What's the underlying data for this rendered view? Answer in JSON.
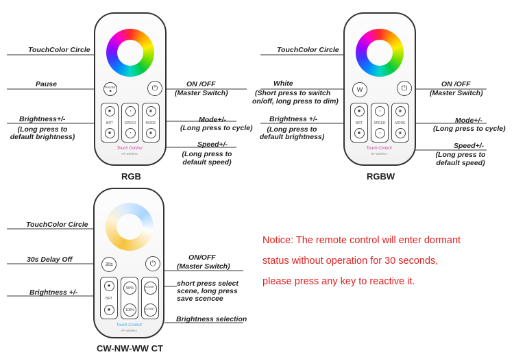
{
  "rgb": {
    "caption": "RGB",
    "labels": {
      "touch_color_circle": "TouchColor Circle",
      "pause": "Pause",
      "on_off": "ON /OFF",
      "master_switch": "(Master Switch)",
      "brightness": "Brightness+/-",
      "brightness_note_1": "(Long press to",
      "brightness_note_2": "default brightness)",
      "mode": "Mode+/-",
      "mode_note": "(Long press to cycle)",
      "speed": "Speed+/-",
      "speed_note_1": "(Long press to",
      "speed_note_2": "default speed)"
    },
    "buttons": {
      "pause": "PAUSE",
      "brt": "BRT",
      "speed": "SPEED",
      "mode": "MODE"
    },
    "brand": "Touch Control",
    "brand_sub": "RF wireless"
  },
  "rgbw": {
    "caption": "RGBW",
    "labels": {
      "touch_color_circle": "TouchColor Circle",
      "white": "White",
      "white_note_1": "(Short press to switch",
      "white_note_2": "on/off,  long press to dim)",
      "on_off": "ON /OFF",
      "master_switch": "(Master Switch)",
      "brightness": "Brightness +/-",
      "brightness_note_1": "(Long press to",
      "brightness_note_2": "default brightness)",
      "mode": "Mode+/-",
      "mode_note": "(Long press to cycle)",
      "speed": "Speed+/-",
      "speed_note_1": "(Long press to",
      "speed_note_2": "default speed)"
    },
    "buttons": {
      "white": "W",
      "brt": "BRT",
      "speed": "SPEED",
      "mode": "MODE"
    },
    "brand": "Touch Control",
    "brand_sub": "RF wireless"
  },
  "ct": {
    "caption": "CW-NW-WW CT",
    "labels": {
      "touch_color_circle": "TouchColor Circle",
      "delay_off": "30s Delay Off",
      "on_off": "ON/OFF",
      "master_switch": "(Master Switch)",
      "brightness": "Brightness +/-",
      "scene_1": "short press select",
      "scene_2": "scene, long press",
      "scene_3": "save scencee",
      "brightness_selection": "Brightness selection"
    },
    "buttons": {
      "delay": "30s",
      "brt": "BRT",
      "p50": "50%",
      "p100": "100%",
      "scene1": "SCENE 1",
      "scene2": "SCENE 2"
    },
    "brand": "Touch Control",
    "brand_sub": "RF wireless"
  },
  "notice": {
    "line1": "Notice: The remote control will enter dormant",
    "line2": "status without operation for 30 seconds,",
    "line3": "please press any key to reactive it."
  }
}
